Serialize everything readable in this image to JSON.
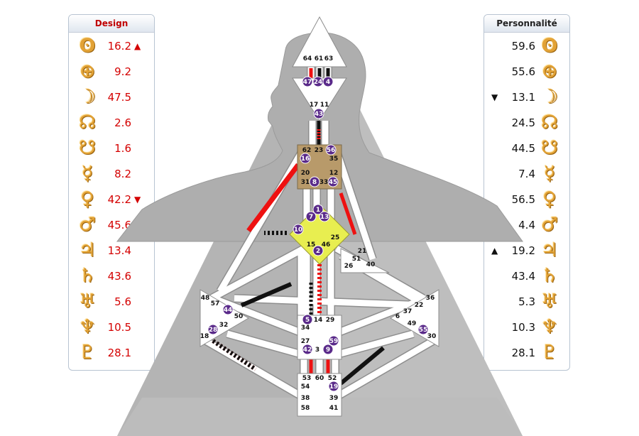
{
  "design": {
    "title": "Design",
    "color": "#d40000",
    "rows": [
      {
        "icon": "sun-icon",
        "glyph": "ʘ",
        "value": "16.2",
        "arrow": "▲"
      },
      {
        "icon": "earth-icon",
        "glyph": "⊕",
        "value": "9.2",
        "arrow": ""
      },
      {
        "icon": "moon-icon",
        "glyph": "☽",
        "value": "47.5",
        "arrow": ""
      },
      {
        "icon": "north-node-icon",
        "glyph": "☊",
        "value": "2.6",
        "arrow": ""
      },
      {
        "icon": "south-node-icon",
        "glyph": "☋",
        "value": "1.6",
        "arrow": ""
      },
      {
        "icon": "mercury-icon",
        "glyph": "☿",
        "value": "8.2",
        "arrow": ""
      },
      {
        "icon": "venus-icon",
        "glyph": "♀",
        "value": "42.2",
        "arrow": "▼"
      },
      {
        "icon": "mars-icon",
        "glyph": "♂",
        "value": "45.6",
        "arrow": ""
      },
      {
        "icon": "jupiter-icon",
        "glyph": "♃",
        "value": "13.4",
        "arrow": ""
      },
      {
        "icon": "saturn-icon",
        "glyph": "♄",
        "value": "43.6",
        "arrow": ""
      },
      {
        "icon": "uranus-icon",
        "glyph": "♅",
        "value": "5.6",
        "arrow": ""
      },
      {
        "icon": "neptune-icon",
        "glyph": "♆",
        "value": "10.5",
        "arrow": ""
      },
      {
        "icon": "pluto-icon",
        "glyph": "♇",
        "value": "28.1",
        "arrow": ""
      }
    ]
  },
  "personality": {
    "title": "Personnalité",
    "color": "#111111",
    "rows": [
      {
        "icon": "sun-icon",
        "glyph": "ʘ",
        "value": "59.6",
        "arrow": ""
      },
      {
        "icon": "earth-icon",
        "glyph": "⊕",
        "value": "55.6",
        "arrow": ""
      },
      {
        "icon": "moon-icon",
        "glyph": "☽",
        "value": "13.1",
        "arrow": "▼"
      },
      {
        "icon": "north-node-icon",
        "glyph": "☊",
        "value": "24.5",
        "arrow": ""
      },
      {
        "icon": "south-node-icon",
        "glyph": "☋",
        "value": "44.5",
        "arrow": ""
      },
      {
        "icon": "mercury-icon",
        "glyph": "☿",
        "value": "7.4",
        "arrow": ""
      },
      {
        "icon": "venus-icon",
        "glyph": "♀",
        "value": "56.5",
        "arrow": ""
      },
      {
        "icon": "mars-icon",
        "glyph": "♂",
        "value": "4.4",
        "arrow": ""
      },
      {
        "icon": "jupiter-icon",
        "glyph": "♃",
        "value": "19.2",
        "arrow": "▲"
      },
      {
        "icon": "saturn-icon",
        "glyph": "♄",
        "value": "43.4",
        "arrow": ""
      },
      {
        "icon": "uranus-icon",
        "glyph": "♅",
        "value": "5.3",
        "arrow": ""
      },
      {
        "icon": "neptune-icon",
        "glyph": "♆",
        "value": "10.3",
        "arrow": ""
      },
      {
        "icon": "pluto-icon",
        "glyph": "♇",
        "value": "28.1",
        "arrow": ""
      }
    ]
  },
  "bodygraph": {
    "colors": {
      "design": "#ee1111",
      "personality": "#111111",
      "channel": "#ffffff",
      "activation": "#5a2a8a",
      "defined_center_spleen": "#f0f07a",
      "defined_center_g": "#e8ee50",
      "defined_center_ajna_sacral": "#b89a6a",
      "triangle": "#a8a8a8"
    },
    "gates": {
      "head": [
        "64",
        "61",
        "63"
      ],
      "ajna": [
        "47",
        "24",
        "4",
        "17",
        "43",
        "11"
      ],
      "throat": [
        "62",
        "23",
        "56",
        "16",
        "35",
        "20",
        "12",
        "31",
        "8",
        "33",
        "45"
      ],
      "g": [
        "1",
        "7",
        "13",
        "10",
        "25",
        "15",
        "46",
        "2"
      ],
      "heart": [
        "21",
        "51",
        "26",
        "40"
      ],
      "spleen": [
        "48",
        "57",
        "44",
        "50",
        "32",
        "28",
        "18"
      ],
      "solar": [
        "36",
        "22",
        "37",
        "6",
        "49",
        "55",
        "30"
      ],
      "sacral": [
        "5",
        "14",
        "29",
        "34",
        "27",
        "59",
        "42",
        "3",
        "9"
      ],
      "root": [
        "53",
        "60",
        "52",
        "54",
        "19",
        "38",
        "39",
        "58",
        "41"
      ]
    },
    "active_gates": [
      "47",
      "24",
      "4",
      "43",
      "56",
      "16",
      "8",
      "45",
      "1",
      "7",
      "13",
      "10",
      "2",
      "44",
      "28",
      "5",
      "59",
      "42",
      "9",
      "55",
      "19"
    ]
  }
}
